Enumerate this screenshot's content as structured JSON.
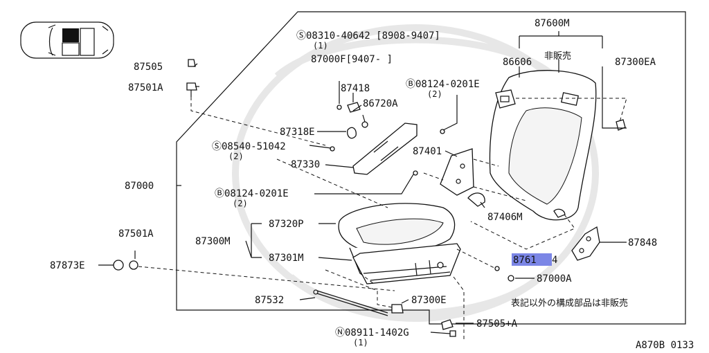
{
  "diagram": {
    "labels": {
      "p87600M": "87600M",
      "hihanbai": "非販売",
      "p86606": "86606",
      "p87300EA": "87300EA",
      "p08310_top": "Ⓢ08310-40642 [8908-9407]",
      "p08310_qty": "(1)",
      "p87000F": "87000F[9407-     ]",
      "p87418": "87418",
      "p08124a": "Ⓑ08124-0201E",
      "p08124a_qty": "(2)",
      "p86720A": "86720A",
      "p87318E": "87318E",
      "p87401": "87401",
      "p08540": "Ⓢ08540-51042",
      "p08540_qty": "(2)",
      "p87330": "87330",
      "p87000": "87000",
      "p08124b": "Ⓑ08124-0201E",
      "p08124b_qty": "(2)",
      "p87406M": "87406M",
      "p87505": "87505",
      "p87501A_top": "87501A",
      "p87320P": "87320P",
      "p87300M": "87300M",
      "p87301M": "87301M",
      "p87848": "87848",
      "p87501A_left": "87501A",
      "p87873E": "87873E",
      "p87614_hl": "8761",
      "p87614_tail": "4",
      "p87000A": "87000A",
      "p87532": "87532",
      "p87300E": "87300E",
      "note": "表記以外の構成部品は非販売",
      "p87505A": "87505+A",
      "p08911": "Ⓝ08911-1402G",
      "p08911_qty": "(1)",
      "code": "A870B 0133"
    },
    "highlight_color": "#7b86e6"
  }
}
